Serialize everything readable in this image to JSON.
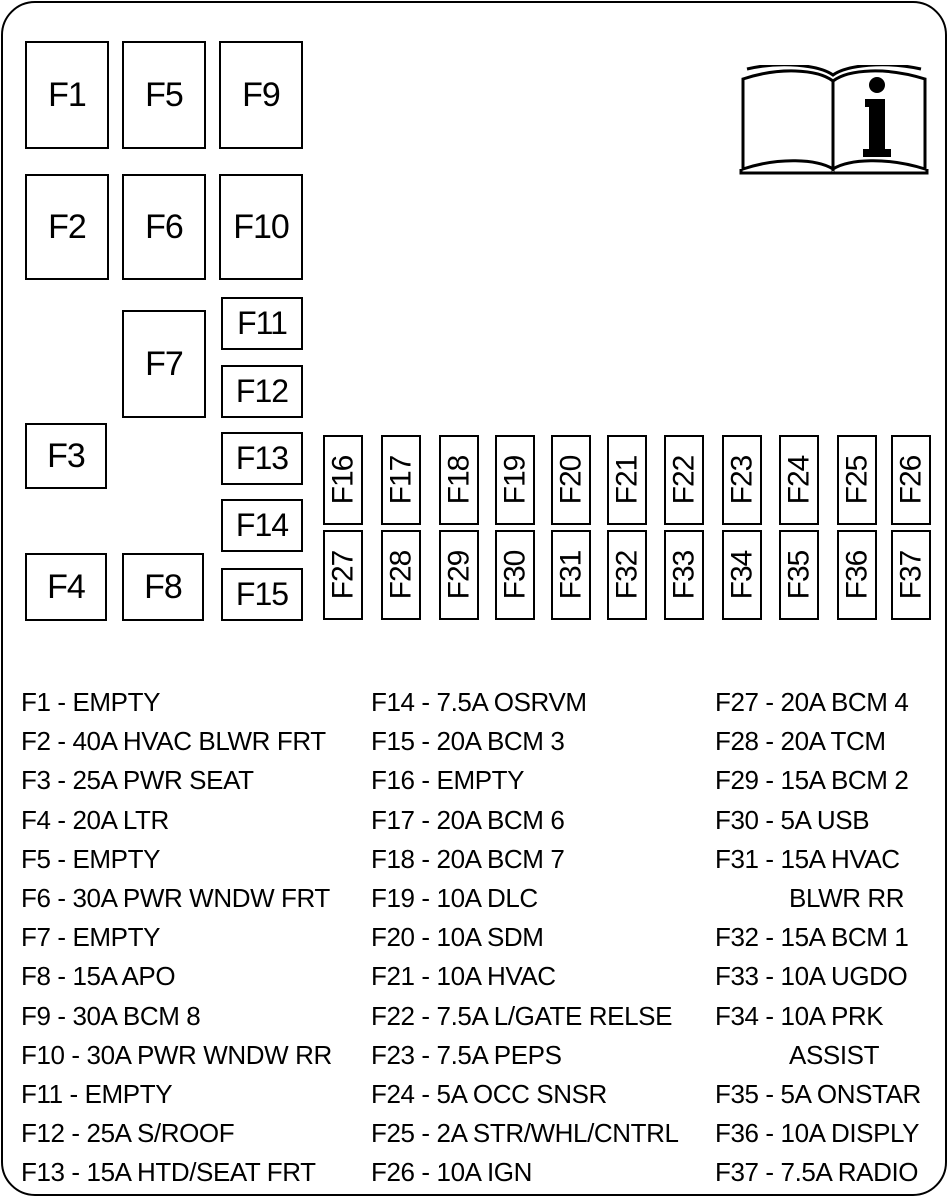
{
  "fuses": {
    "F1": "F1",
    "F2": "F2",
    "F3": "F3",
    "F4": "F4",
    "F5": "F5",
    "F6": "F6",
    "F7": "F7",
    "F8": "F8",
    "F9": "F9",
    "F10": "F10",
    "F11": "F11",
    "F12": "F12",
    "F13": "F13",
    "F14": "F14",
    "F15": "F15",
    "F16": "F16",
    "F17": "F17",
    "F18": "F18",
    "F19": "F19",
    "F20": "F20",
    "F21": "F21",
    "F22": "F22",
    "F23": "F23",
    "F24": "F24",
    "F25": "F25",
    "F26": "F26",
    "F27": "F27",
    "F28": "F28",
    "F29": "F29",
    "F30": "F30",
    "F31": "F31",
    "F32": "F32",
    "F33": "F33",
    "F34": "F34",
    "F35": "F35",
    "F36": "F36",
    "F37": "F37"
  },
  "info_icon": "book-info-icon",
  "legend": {
    "col1": [
      "F1 - EMPTY",
      "F2 - 40A HVAC BLWR FRT",
      "F3 - 25A PWR SEAT",
      "F4 - 20A LTR",
      "F5 - EMPTY",
      "F6 - 30A PWR WNDW FRT",
      "F7 - EMPTY",
      "F8 - 15A APO",
      "F9 - 30A BCM 8",
      "F10 - 30A PWR WNDW RR",
      "F11 - EMPTY",
      "F12 - 25A S/ROOF",
      "F13 - 15A HTD/SEAT FRT"
    ],
    "col2": [
      "F14 - 7.5A OSRVM",
      "F15 - 20A BCM 3",
      "F16 - EMPTY",
      "F17 - 20A BCM 6",
      "F18 - 20A BCM 7",
      "F19 - 10A DLC",
      "F20 - 10A SDM",
      "F21 - 10A HVAC",
      "F22 - 7.5A L/GATE RELSE",
      "F23 - 7.5A PEPS",
      "F24 - 5A OCC SNSR",
      "F25 - 2A STR/WHL/CNTRL",
      "F26 - 10A IGN"
    ],
    "col3": [
      "F27 - 20A BCM 4",
      "F28 - 20A TCM",
      "F29 - 15A BCM 2",
      "F30 - 5A USB",
      "F31 - 15A HVAC",
      "BLWR RR",
      "F32 - 15A BCM 1",
      "F33 - 10A UGDO",
      "F34 - 10A PRK",
      "ASSIST",
      "F35 - 5A ONSTAR",
      "F36 - 10A DISPLY",
      "F37 - 7.5A RADIO"
    ]
  }
}
